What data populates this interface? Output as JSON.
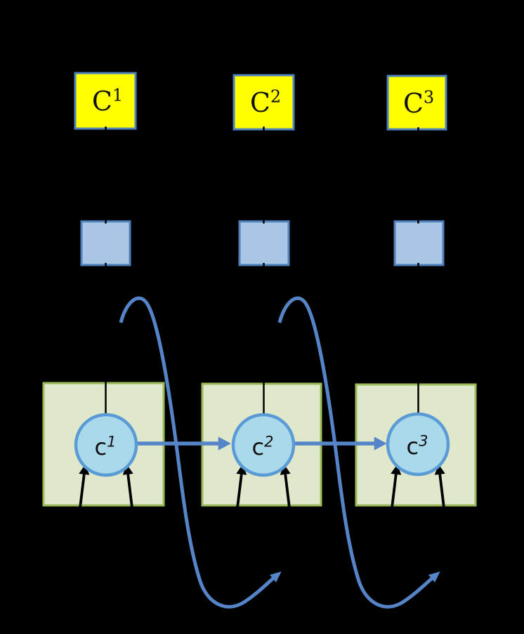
{
  "diagram": {
    "top_cells": [
      {
        "base": "C",
        "sup": "1"
      },
      {
        "base": "C",
        "sup": "2"
      },
      {
        "base": "C",
        "sup": "3"
      }
    ],
    "state_nodes": [
      {
        "base": "c",
        "sup": "1"
      },
      {
        "base": "c",
        "sup": "2"
      },
      {
        "base": "c",
        "sup": "3"
      }
    ],
    "colors": {
      "background": "#000000",
      "cell_fill": "#ffff00",
      "cell_border": "#4f81bd",
      "box_fill": "#a9c6e4",
      "box_border": "#4f81bd",
      "panel_fill": "#dfe8cb",
      "panel_border": "#9bbb59",
      "node_fill": "#a9d9eb",
      "node_border": "#5b9bd5",
      "arrow_blue": "#5585c8",
      "line_black": "#000000"
    }
  }
}
